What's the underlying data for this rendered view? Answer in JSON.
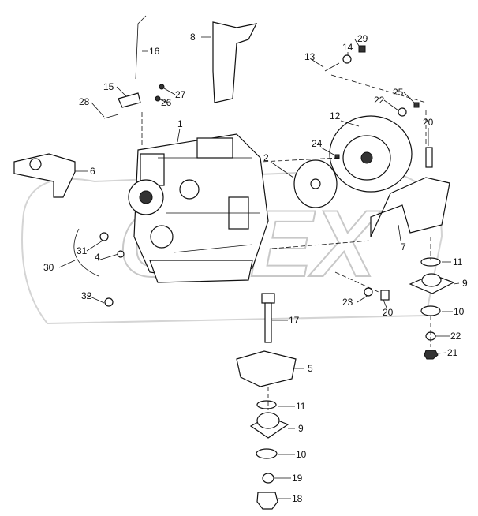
{
  "diagram": {
    "watermark": "OTEX",
    "callouts": [
      {
        "id": "16",
        "text": "16"
      },
      {
        "id": "8",
        "text": "8"
      },
      {
        "id": "29",
        "text": "29"
      },
      {
        "id": "14",
        "text": "14"
      },
      {
        "id": "13",
        "text": "13"
      },
      {
        "id": "15",
        "text": "15"
      },
      {
        "id": "27",
        "text": "27"
      },
      {
        "id": "26",
        "text": "26"
      },
      {
        "id": "28",
        "text": "28"
      },
      {
        "id": "25",
        "text": "25"
      },
      {
        "id": "22a",
        "text": "22"
      },
      {
        "id": "1",
        "text": "1"
      },
      {
        "id": "12",
        "text": "12"
      },
      {
        "id": "20a",
        "text": "20"
      },
      {
        "id": "24",
        "text": "24"
      },
      {
        "id": "2",
        "text": "2"
      },
      {
        "id": "6",
        "text": "6"
      },
      {
        "id": "7",
        "text": "7"
      },
      {
        "id": "31",
        "text": "31"
      },
      {
        "id": "4",
        "text": "4"
      },
      {
        "id": "30",
        "text": "30"
      },
      {
        "id": "11a",
        "text": "11"
      },
      {
        "id": "9a",
        "text": "9"
      },
      {
        "id": "32",
        "text": "32"
      },
      {
        "id": "23",
        "text": "23"
      },
      {
        "id": "20b",
        "text": "20"
      },
      {
        "id": "10a",
        "text": "10"
      },
      {
        "id": "17",
        "text": "17"
      },
      {
        "id": "22b",
        "text": "22"
      },
      {
        "id": "21",
        "text": "21"
      },
      {
        "id": "5",
        "text": "5"
      },
      {
        "id": "11b",
        "text": "11"
      },
      {
        "id": "9b",
        "text": "9"
      },
      {
        "id": "10b",
        "text": "10"
      },
      {
        "id": "19",
        "text": "19"
      },
      {
        "id": "18",
        "text": "18"
      }
    ]
  }
}
